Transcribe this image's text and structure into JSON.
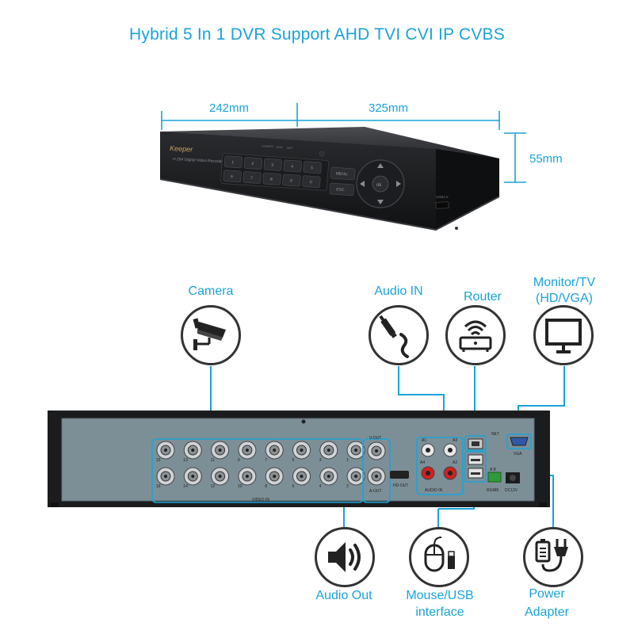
{
  "title": "Hybrid 5 In 1 DVR Support AHD TVI CVI IP CVBS",
  "dimensions": {
    "depth": "242mm",
    "width": "325mm",
    "height": "55mm"
  },
  "front_panel": {
    "brand": "Keeper",
    "model": "H.264 Digital Video Recorder",
    "indicators": [
      "POWER",
      "HDD",
      "NET"
    ],
    "keys": [
      "1",
      "2",
      "3",
      "4",
      "5",
      "6",
      "7",
      "8",
      "9",
      "0"
    ],
    "menu_key": "MENU",
    "esc_key": "ESC",
    "ok_key": "ok",
    "usb_label": "USB2.0"
  },
  "rear_panel": {
    "bnc_top_numbers": [
      "15",
      "13",
      "11",
      "9",
      "7",
      "5",
      "3",
      "1"
    ],
    "bnc_bottom_numbers": [
      "16",
      "14",
      "12",
      "10",
      "8",
      "6",
      "4",
      "2"
    ],
    "video_in_label": "VIDEO IN",
    "v_out_label": "V-OUT",
    "a_out_label": "A-OUT",
    "hd_out_label": "HD-OUT",
    "audio_in_label": "AUDIO IN",
    "audio_ports": [
      "A1",
      "A3",
      "A4",
      "A2"
    ],
    "net_label": "NET",
    "vga_label": "VGA",
    "rs485_label": "RS485",
    "dc_label": "DC12V",
    "ab_label": "A B"
  },
  "callouts": {
    "camera": "Camera",
    "audio_in": "Audio IN",
    "router": "Router",
    "monitor_line1": "Monitor/TV",
    "monitor_line2": "(HD/VGA)",
    "audio_out": "Audio Out",
    "mouse_line1": "Mouse/USB",
    "mouse_line2": "interface",
    "power_line1": "Power",
    "power_line2": "Adapter"
  },
  "colors": {
    "accent": "#1aa3d9",
    "device": "#1e1f21",
    "panel": "#7d8f96"
  },
  "icons": [
    "cctv-camera-icon",
    "audio-jack-icon",
    "router-icon",
    "monitor-icon",
    "speaker-icon",
    "mouse-usb-icon",
    "power-adapter-icon"
  ]
}
